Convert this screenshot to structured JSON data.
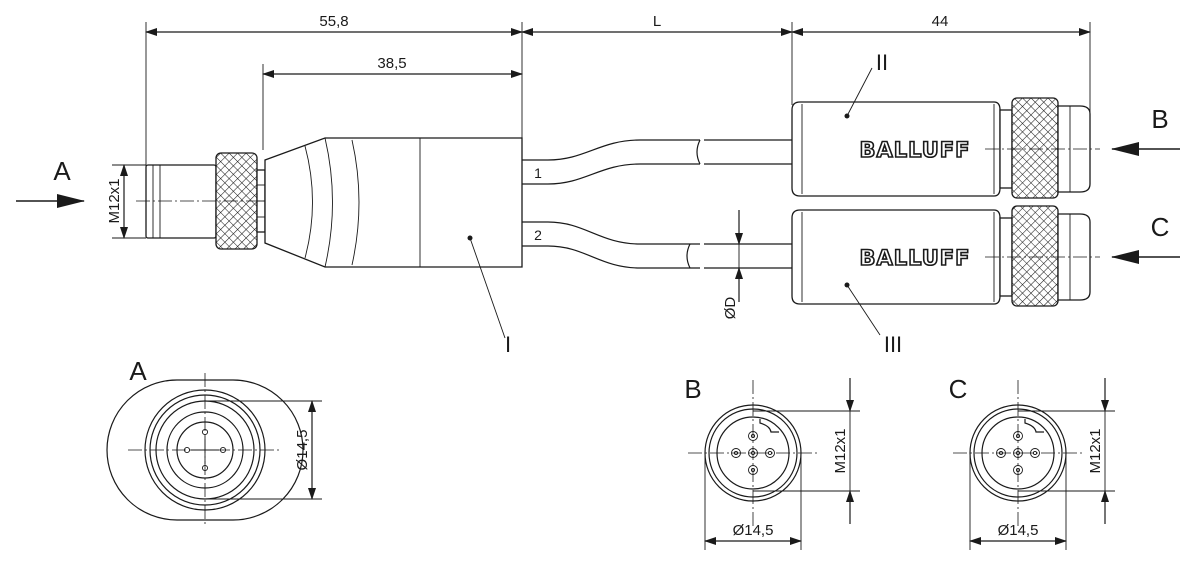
{
  "dimensions": {
    "overall_male": "55,8",
    "body_length": "38,5",
    "cable_length": "L",
    "female_length": "44",
    "thread": "M12x1",
    "cable_diameter": "ØD",
    "nut_diameter": "Ø14,5"
  },
  "views": {
    "a": "A",
    "b": "B",
    "c": "C"
  },
  "parts": {
    "splitter": "I",
    "upper_connector": "II",
    "lower_connector": "III"
  },
  "cables": {
    "one": "1",
    "two": "2"
  },
  "brand": "BALLUFF"
}
